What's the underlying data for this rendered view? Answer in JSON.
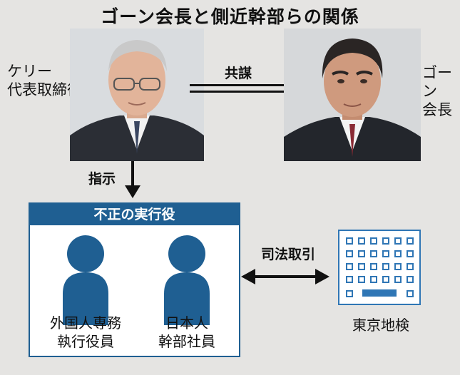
{
  "title": "ゴーン会長と側近幹部らの関係",
  "people": {
    "kelly": {
      "line1": "ケリー",
      "line2": "代表取締役"
    },
    "ghosn": {
      "line1": "ゴーン",
      "line2": "会長"
    }
  },
  "relation_kyobo": "共謀",
  "relation_shiji": "指示",
  "group": {
    "header": "不正の実行役",
    "members": [
      {
        "line1": "外国人専務",
        "line2": "執行役員"
      },
      {
        "line1": "日本人",
        "line2": "幹部社員"
      }
    ]
  },
  "plea_bargain": "司法取引",
  "prosecutor": "東京地検",
  "colors": {
    "accent_blue": "#1f5f92",
    "background": "#e5e4e2",
    "building_blue": "#2f76b5"
  }
}
